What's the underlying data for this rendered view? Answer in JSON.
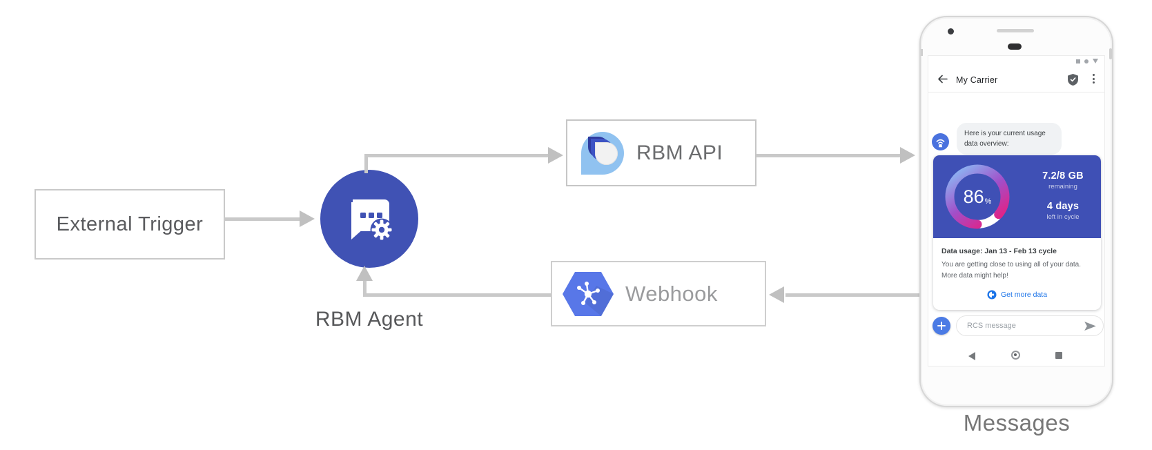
{
  "diagram": {
    "external_trigger": "External Trigger",
    "rbm_agent": "RBM Agent",
    "rbm_api": "RBM API",
    "webhook": "Webhook",
    "messages_caption": "Messages"
  },
  "phone": {
    "header": {
      "title": "My Carrier"
    },
    "chat_bubble": {
      "line1": "Here is your current usage",
      "line2": "data overview:"
    },
    "usage_card": {
      "gauge_percent": "86",
      "gauge_percent_symbol": "%",
      "data_fraction": "7.2/8 GB",
      "data_fraction_label": "remaining",
      "days_left": "4 days",
      "days_left_label": "left in cycle",
      "title": "Data usage: Jan 13 - Feb 13 cycle",
      "body_line1": "You are getting close to using all of your data.",
      "body_line2": "More data might help!",
      "cta_label": "Get more data"
    },
    "composer": {
      "placeholder": "RCS message"
    }
  },
  "colors": {
    "indigo": "#3F50B5",
    "agent_circle": "#4052B4",
    "link_blue": "#1A73E8",
    "arrow_gray": "#C9C9C9",
    "gauge_start": "#8CB4F2",
    "gauge_mid": "#A14FC9",
    "gauge_end": "#E81D7F",
    "gauge_remainder": "#FFFFFF"
  }
}
